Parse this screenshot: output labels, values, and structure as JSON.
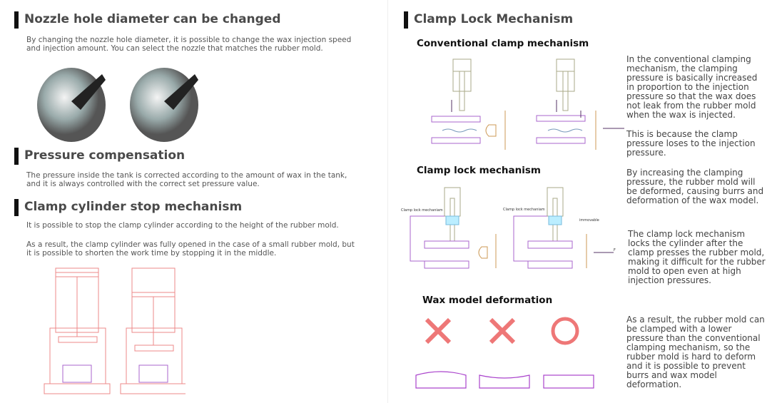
{
  "left": {
    "nozzle": {
      "title": "Nozzle hole diameter can be changed",
      "text": "By changing the nozzle hole diameter, it is possible to change the wax injection speed and injection amount. You can select the nozzle that matches the rubber mold."
    },
    "pressure": {
      "title": "Pressure compensation",
      "text": "The pressure inside the tank is corrected according to the amount of wax in the tank, and it is always controlled with the correct set pressure value."
    },
    "clamp_stop": {
      "title": "Clamp cylinder stop mechanism",
      "text1": "It is possible to stop the clamp cylinder according to the height of the rubber mold.",
      "text2": "As a result, the clamp cylinder was fully opened in the case of a small rubber mold, but it is possible to shorten the work time by stopping it in the middle."
    }
  },
  "right": {
    "title": "Clamp Lock Mechanism",
    "conventional_title": "Conventional clamp mechanism",
    "clamp_lock_title": "Clamp lock mechanism",
    "wax_title": "Wax model deformation",
    "diagram_labels": {
      "clamp_lock_left": "Clamp lock mechaniam",
      "clamp_lock_right": "Clamp lock mechaniam",
      "immovable": "immovable",
      "force": "F"
    },
    "paragraphs": [
      "In the conventional clamping mechanism, the clamping pressure is basically increased in proportion to the injection pressure so that the wax does not leak from the rubber mold when the wax is injected.",
      "This is because the clamp pressure loses to the injection pressure.",
      "By increasing the clamping pressure, the rubber mold will be deformed, causing burrs and deformation of the wax model.",
      "The clamp lock mechanism locks the cylinder after the clamp presses the rubber mold, making it difficult for the rubber mold to open even at high injection pressures.",
      "As a result, the rubber mold can be clamped with a lower pressure than the conventional clamping mechanism, so the rubber mold is hard to deform and it is possible to prevent burrs and wax model deformation."
    ]
  }
}
